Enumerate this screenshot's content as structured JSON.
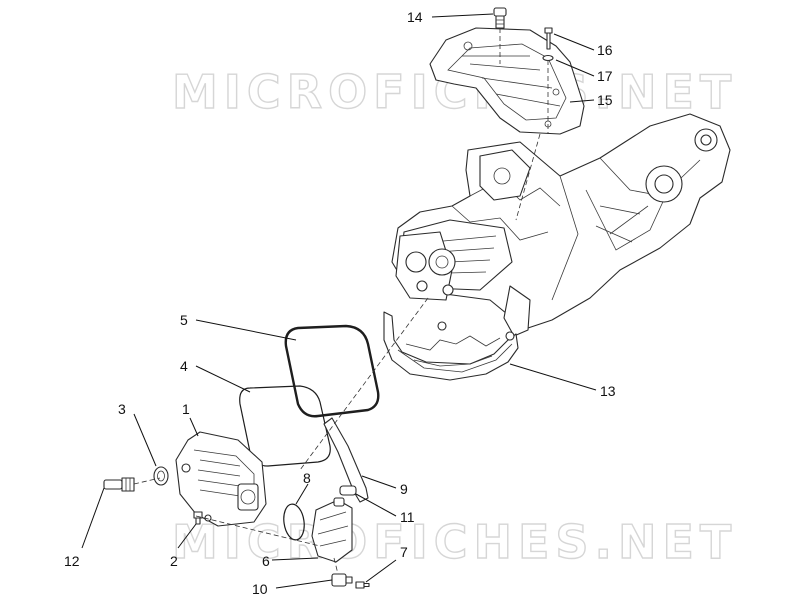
{
  "watermark": "MICROFICHES.NET",
  "callouts": [
    {
      "id": "1",
      "label": "1"
    },
    {
      "id": "2",
      "label": "2"
    },
    {
      "id": "3",
      "label": "3"
    },
    {
      "id": "4",
      "label": "4"
    },
    {
      "id": "5",
      "label": "5"
    },
    {
      "id": "6",
      "label": "6"
    },
    {
      "id": "7",
      "label": "7"
    },
    {
      "id": "8",
      "label": "8"
    },
    {
      "id": "9",
      "label": "9"
    },
    {
      "id": "10",
      "label": "10"
    },
    {
      "id": "11",
      "label": "11"
    },
    {
      "id": "12",
      "label": "12"
    },
    {
      "id": "13",
      "label": "13"
    },
    {
      "id": "14",
      "label": "14"
    },
    {
      "id": "15",
      "label": "15"
    },
    {
      "id": "16",
      "label": "16"
    },
    {
      "id": "17",
      "label": "17"
    }
  ]
}
